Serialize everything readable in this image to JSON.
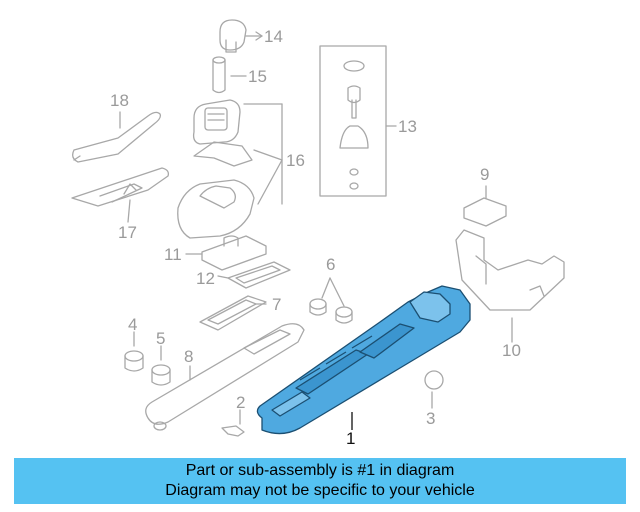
{
  "callouts": {
    "c1": "1",
    "c2": "2",
    "c3": "3",
    "c4": "4",
    "c5": "5",
    "c6": "6",
    "c7": "7",
    "c8": "8",
    "c9": "9",
    "c10": "10",
    "c11": "11",
    "c12": "12",
    "c13": "13",
    "c14": "14",
    "c15": "15",
    "c16": "16",
    "c17": "17",
    "c18": "18"
  },
  "highlighted_part": "1",
  "colors": {
    "highlight": "#4fa9e0",
    "banner": "#55c2f2",
    "line_art": "#a8a8a8"
  },
  "banner": {
    "line1": "Part or sub-assembly is #1 in diagram",
    "line2": "Diagram may not be specific to your vehicle"
  }
}
